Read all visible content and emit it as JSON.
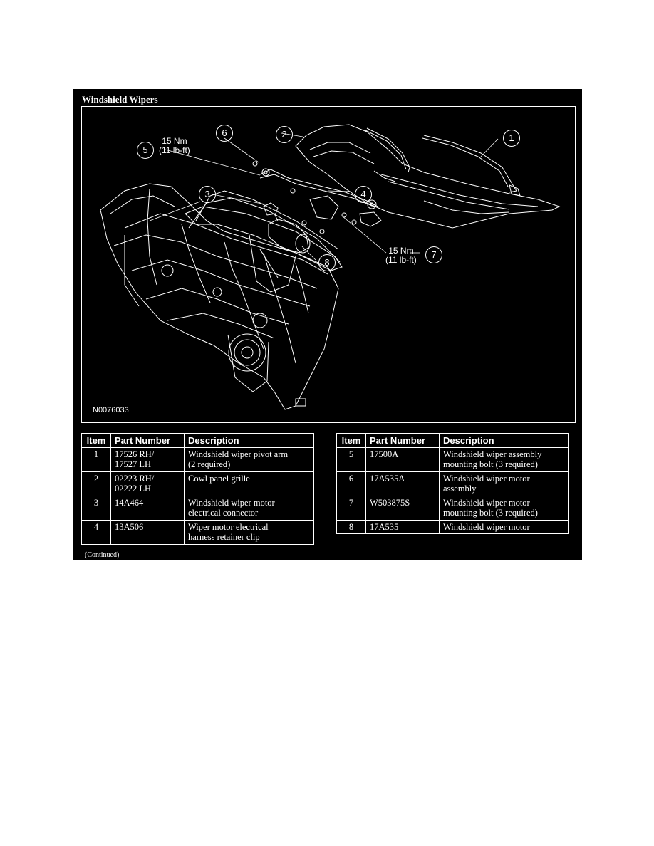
{
  "panel": {
    "title": "Windshield Wipers",
    "figure_code": "N0076033",
    "continued": "(Continued)"
  },
  "callouts": {
    "c1": "1",
    "c2": "2",
    "c3": "3",
    "c4": "4",
    "c5": "5",
    "c6": "6",
    "c7": "7",
    "c8": "8"
  },
  "torque_specs": {
    "spec_5": {
      "metric": "15 Nm",
      "imperial": "(11 lb-ft)"
    },
    "spec_7": {
      "metric": "15 Nm",
      "imperial": "(11 lb-ft)"
    }
  },
  "table": {
    "headers": {
      "item": "Item",
      "part_number": "Part Number",
      "description": "Description"
    },
    "rows": [
      {
        "item": "1",
        "part_number": "17526 RH/\n17527 LH",
        "description": "Windshield wiper pivot arm\n(2 required)"
      },
      {
        "item": "2",
        "part_number": "02223 RH/\n02222 LH",
        "description": "Cowl panel grille"
      },
      {
        "item": "3",
        "part_number": "14A464",
        "description": "Windshield wiper motor\nelectrical connector"
      },
      {
        "item": "4",
        "part_number": "13A506",
        "description": "Wiper motor electrical\nharness retainer clip"
      },
      {
        "item": "5",
        "part_number": "17500A",
        "description": "Windshield wiper assembly\nmounting bolt (3 required)"
      },
      {
        "item": "6",
        "part_number": "17A535A",
        "description": "Windshield wiper motor\nassembly"
      },
      {
        "item": "7",
        "part_number": "W503875S",
        "description": "Windshield wiper motor\nmounting bolt (3 required)"
      },
      {
        "item": "8",
        "part_number": "17A535",
        "description": "Windshield wiper motor"
      }
    ]
  }
}
